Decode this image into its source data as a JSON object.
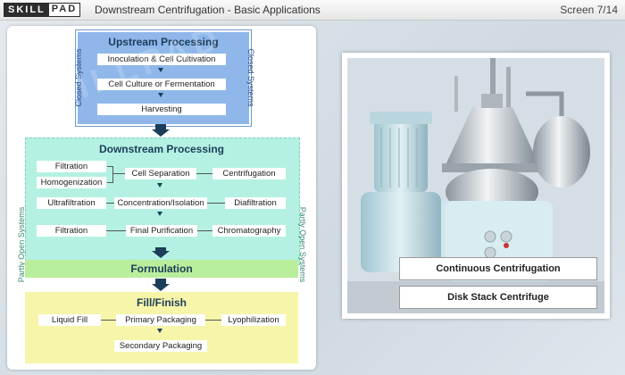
{
  "header": {
    "logo_left": "SKILL",
    "logo_right": "PAD",
    "title": "Downstream Centrifugation - Basic Applications",
    "screen_counter": "Screen 7/14"
  },
  "diagram": {
    "upstream": {
      "title": "Upstream Processing",
      "steps": [
        "Inoculation & Cell Cultivation",
        "Cell Culture or Fermentation",
        "Harvesting"
      ],
      "side_left": "Closed Systems",
      "side_right": "Closed Systems"
    },
    "downstream": {
      "title": "Downstream Processing",
      "row1": {
        "left_top": "Filtration",
        "left_bottom": "Homogenization",
        "center": "Cell Separation",
        "right": "Centrifugation"
      },
      "row2": {
        "left": "Ultrafiltration",
        "center": "Concentration/Isolation",
        "right": "Diafiltration"
      },
      "row3": {
        "left": "Filtration",
        "center": "Final Purification",
        "right": "Chromatography"
      },
      "side_left": "Partly Open Systems",
      "side_right": "Partly Open Systems"
    },
    "formulation": {
      "title": "Formulation"
    },
    "fill_finish": {
      "title": "Fill/Finish",
      "row1": {
        "left": "Liquid Fill",
        "center": "Primary Packaging",
        "right": "Lyophilization"
      },
      "row2": {
        "center": "Secondary Packaging"
      }
    }
  },
  "photo": {
    "captions": [
      "Continuous Centrifugation",
      "Disk Stack Centrifuge"
    ],
    "watermark": "SKILLPAD"
  },
  "colors": {
    "upstream_fill": "#8fb7ea",
    "downstream_fill": "#b4f1e3",
    "formulation_fill": "#b9ee9c",
    "fill_finish_fill": "#f7f5a9",
    "arrow": "#1c3d5a"
  }
}
